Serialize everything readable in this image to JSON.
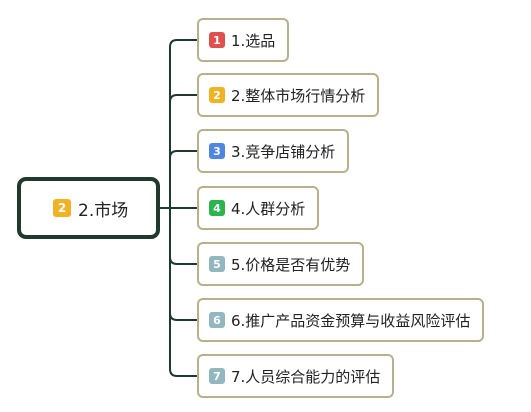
{
  "root": {
    "badge": "2",
    "badge_color": "#f0b323",
    "label": "2.市场"
  },
  "children": [
    {
      "badge": "1",
      "badge_color": "#e0504d",
      "label": "1.选品"
    },
    {
      "badge": "2",
      "badge_color": "#f0b323",
      "label": "2.整体市场行情分析"
    },
    {
      "badge": "3",
      "badge_color": "#4f86e0",
      "label": "3.竞争店铺分析"
    },
    {
      "badge": "4",
      "badge_color": "#2cb54e",
      "label": "4.人群分析"
    },
    {
      "badge": "5",
      "badge_color": "#93b7c0",
      "label": "5.价格是否有优势"
    },
    {
      "badge": "6",
      "badge_color": "#93b7c0",
      "label": "6.推广产品资金预算与收益风险评估"
    },
    {
      "badge": "7",
      "badge_color": "#93b7c0",
      "label": "7.人员综合能力的评估"
    }
  ],
  "connector_color": "#1f3a2c",
  "child_border_color": "#b8b08c"
}
